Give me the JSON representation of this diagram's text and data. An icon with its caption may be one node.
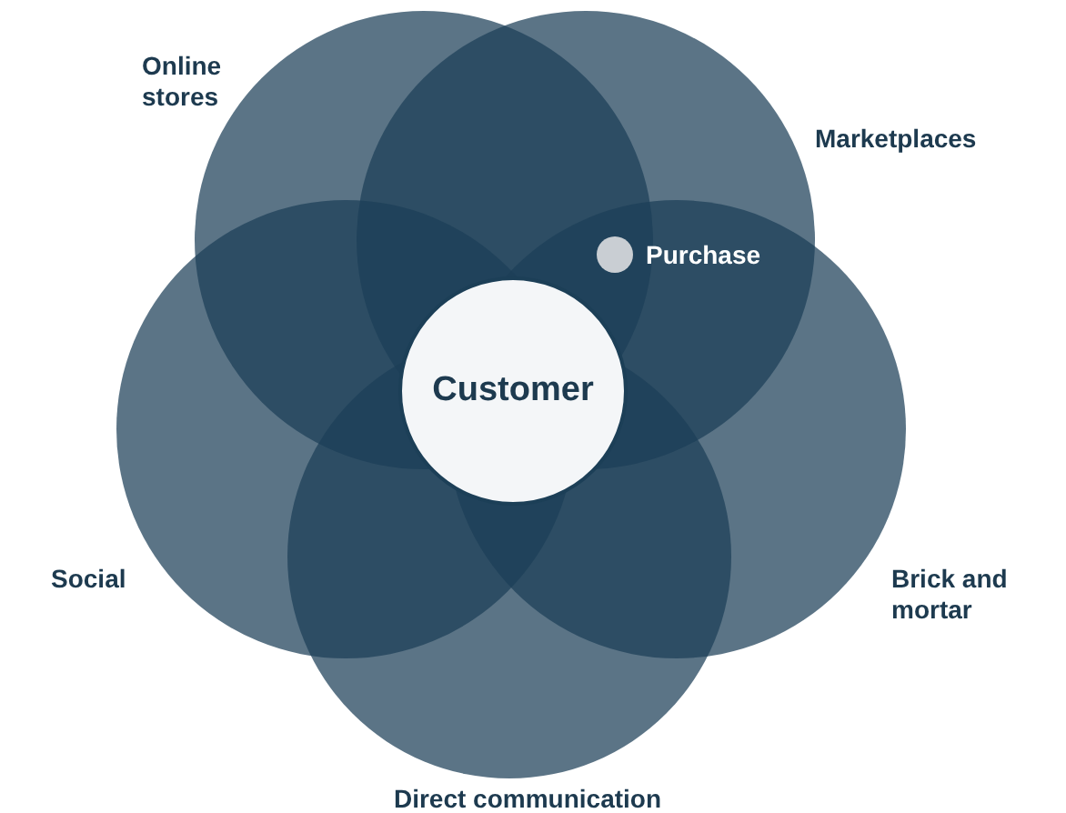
{
  "diagram": {
    "nodes": [
      {
        "text": [
          "Online stores"
        ]
      },
      {
        "text": [
          "Marketplaces"
        ]
      },
      {
        "text": [
          "Brick and mortar"
        ]
      },
      {
        "text": [
          "Direct communication"
        ]
      },
      {
        "text": [
          "Social"
        ]
      },
      {
        "text": [
          "Customer"
        ]
      },
      {
        "text": [
          "Purchase"
        ]
      }
    ],
    "edges": []
  }
}
